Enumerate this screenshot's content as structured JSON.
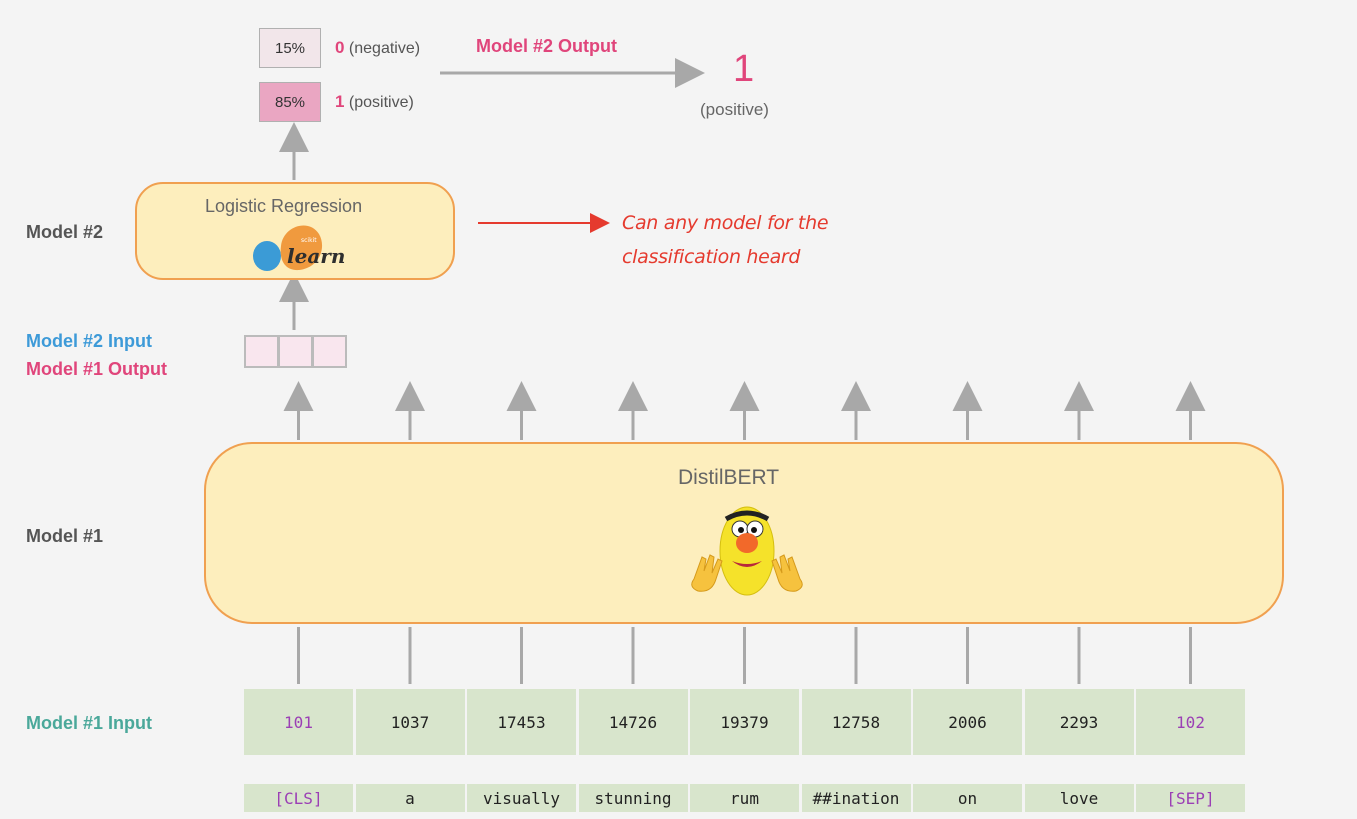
{
  "labels": {
    "model2": "Model #2",
    "model2_input": "Model #2 Input",
    "model1_output": "Model #1 Output",
    "model1": "Model #1",
    "model1_input": "Model #1 Input"
  },
  "probabilities": [
    {
      "percent": "15%",
      "class": "0",
      "desc": "(negative)",
      "fill": "#f2e6ea"
    },
    {
      "percent": "85%",
      "class": "1",
      "desc": "(positive)",
      "fill": "#eaa6c2"
    }
  ],
  "output": {
    "title": "Model #2 Output",
    "value": "1",
    "desc": "(positive)"
  },
  "logistic": {
    "name": "Logistic Regression",
    "logo_small": "scikit",
    "logo_text": "learn"
  },
  "annotation": {
    "line1": "Can any model for the",
    "line2": "classification heard"
  },
  "distilbert": {
    "name": "DistilBERT",
    "mascot_icon": "bert-mascot-icon"
  },
  "token_ids": [
    "101",
    "1037",
    "17453",
    "14726",
    "19379",
    "12758",
    "2006",
    "2293",
    "102"
  ],
  "tokens": [
    "[CLS]",
    "a",
    "visually",
    "stunning",
    "rum",
    "##ination",
    "on",
    "love",
    "[SEP]"
  ],
  "colors": {
    "pink": "#e0457b",
    "blue": "#3d9ad8",
    "teal": "#4aa89a",
    "annotation_red": "#e53a2e",
    "model_fill": "#fdeebd",
    "model_border": "#f0a050",
    "token_fill": "#d8e5cc",
    "special_token": "#9b3fb5"
  }
}
